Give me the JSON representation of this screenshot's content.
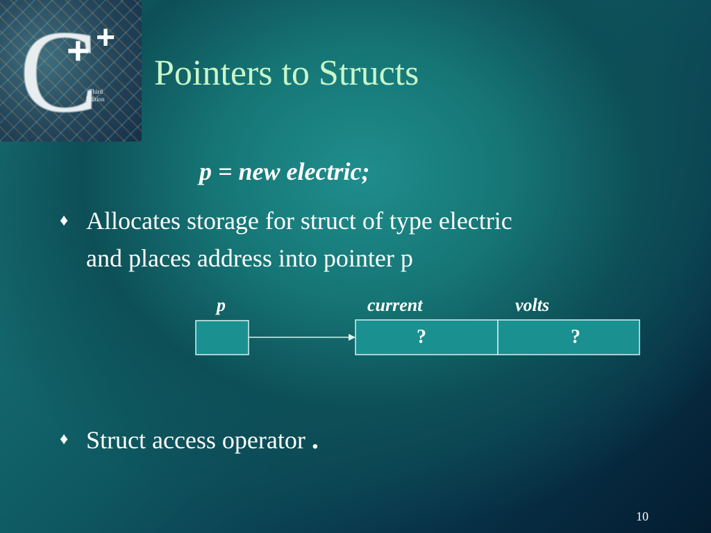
{
  "slide": {
    "title": "Pointers to Structs",
    "code": "p = new electric;",
    "bullets": [
      {
        "text_line1": "Allocates storage for struct of type electric",
        "text_line2": "and places address into pointer p"
      },
      {
        "text": "Struct access operator",
        "emphasis": "."
      }
    ],
    "bullet_glyph": "♦",
    "diagram": {
      "labels": {
        "pointer": "p",
        "field1": "current",
        "field2": "volts"
      },
      "values": {
        "field1": "?",
        "field2": "?"
      }
    },
    "page_number": "10",
    "logo": {
      "icon": "cpp-book-cover-logo"
    }
  },
  "colors": {
    "title": "#c8f7c9",
    "box_fill": "#1a9090",
    "box_stroke": "#d8f3f0",
    "text": "#ffffff"
  }
}
